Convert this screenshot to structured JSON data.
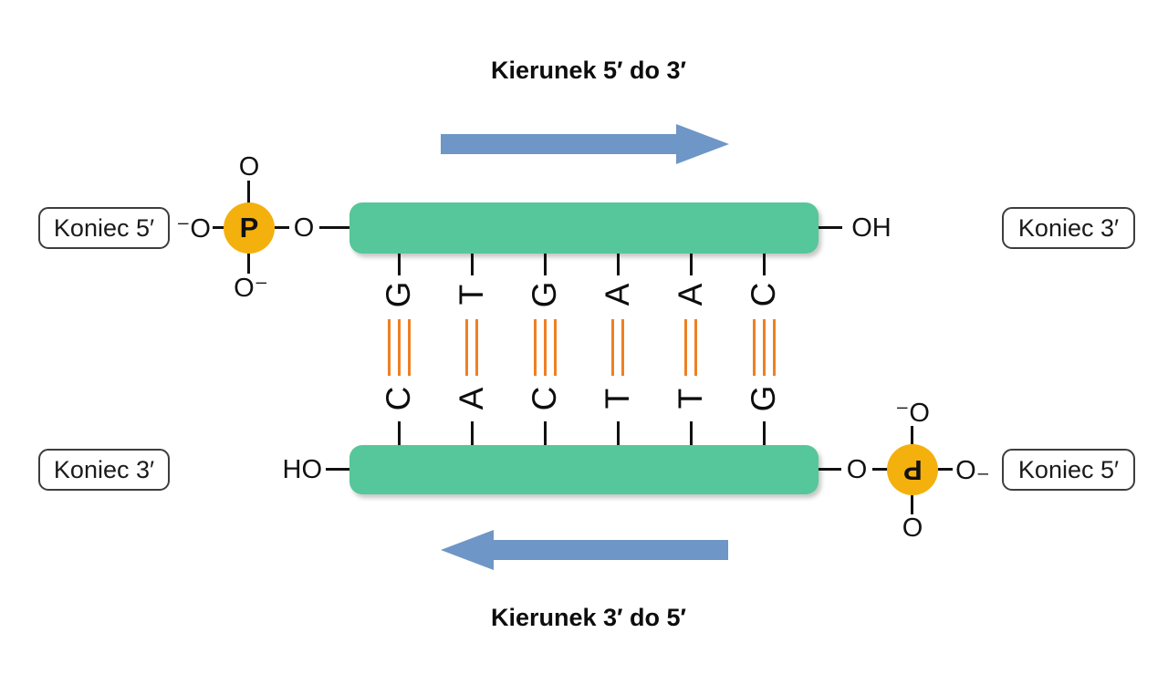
{
  "titles": {
    "top": "Kierunek 5′ do 3′",
    "bottom": "Kierunek 3′ do 5′"
  },
  "end_labels": {
    "top_left": "Koniec 5′",
    "top_right": "Koniec 3′",
    "bottom_left": "Koniec 3′",
    "bottom_right": "Koniec 5′"
  },
  "phosphate_top_left": {
    "center": "P",
    "up": "O",
    "down": "O⁻",
    "left": "⁻O",
    "right": "O"
  },
  "phosphate_bottom_right": {
    "center": "P",
    "up": "⁻O",
    "down": "O",
    "left": "O",
    "right": "O₋"
  },
  "strand_top": {
    "cap_right": "OH"
  },
  "strand_bottom": {
    "cap_left": "HO"
  },
  "base_pairs": [
    {
      "top": "G",
      "bottom": "C",
      "bonds": 3
    },
    {
      "top": "T",
      "bottom": "A",
      "bonds": 2
    },
    {
      "top": "G",
      "bottom": "C",
      "bonds": 3
    },
    {
      "top": "A",
      "bottom": "T",
      "bonds": 2
    },
    {
      "top": "A",
      "bottom": "T",
      "bonds": 2
    },
    {
      "top": "C",
      "bottom": "G",
      "bonds": 3
    }
  ],
  "colors": {
    "strand_green": "#55C79A",
    "phosphate_amber": "#F4B00C",
    "hydrogen_bond_orange": "#EE8023",
    "arrow_blue": "#6E96C6"
  }
}
